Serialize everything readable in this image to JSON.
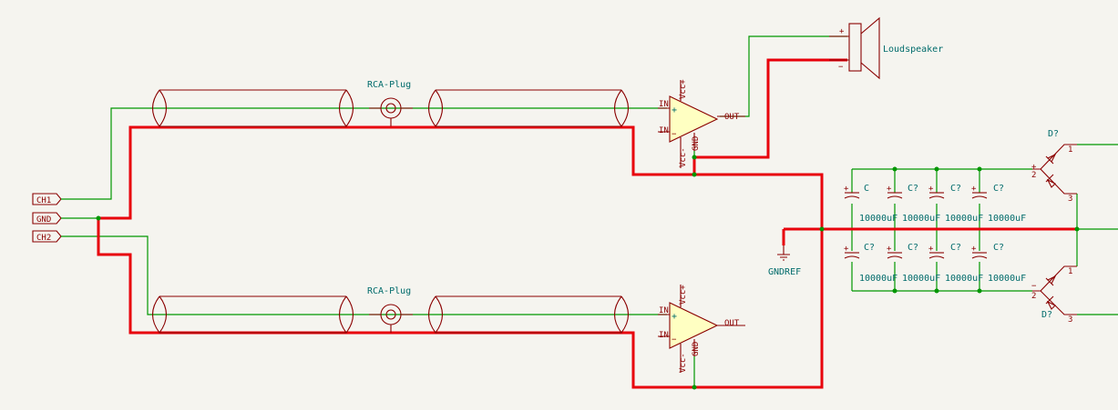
{
  "schematic": {
    "hierarchical_labels": [
      "CH1",
      "GND",
      "CH2"
    ],
    "connectors": [
      {
        "name": "RCA-Plug",
        "channel": "top"
      },
      {
        "name": "RCA-Plug",
        "channel": "bottom"
      }
    ],
    "opamps": [
      {
        "pins": {
          "in_plus": "IN",
          "in_minus": "IN",
          "out": "OUT",
          "vcc_plus": "Vcc+",
          "vcc_minus": "Vcc-",
          "gnd": "GND"
        },
        "plus_sign": "+",
        "minus_sign": "−"
      },
      {
        "pins": {
          "in_plus": "IN",
          "in_minus": "IN",
          "out": "OUT",
          "vcc_plus": "Vcc+",
          "vcc_minus": "Vcc-",
          "gnd": "GND"
        },
        "plus_sign": "+",
        "minus_sign": "−"
      }
    ],
    "loudspeaker": {
      "name": "Loudspeaker",
      "plus": "+",
      "minus": "−"
    },
    "ground": {
      "name": "GNDREF"
    },
    "capacitors_top": [
      {
        "ref": "C",
        "value": "10000uF"
      },
      {
        "ref": "C?",
        "value": "10000uF"
      },
      {
        "ref": "C?",
        "value": "10000uF"
      },
      {
        "ref": "C?",
        "value": "10000uF"
      }
    ],
    "capacitors_bottom": [
      {
        "ref": "C?",
        "value": "10000uF"
      },
      {
        "ref": "C?",
        "value": "10000uF"
      },
      {
        "ref": "C?",
        "value": "10000uF"
      },
      {
        "ref": "C?",
        "value": "10000uF"
      }
    ],
    "diodes": [
      {
        "ref": "D?",
        "pin_a": "1",
        "pin_common": "2",
        "pin_b": "3",
        "sign": "+"
      },
      {
        "ref": "D?",
        "pin_a": "1",
        "pin_common": "2",
        "pin_b": "3",
        "sign": "−"
      }
    ]
  },
  "colors": {
    "background": "#f5f4ef",
    "wire": "#009600",
    "bus": "#e8000b",
    "symbol": "#8a0000",
    "text": "#006b6b",
    "opamp_fill": "#ffffc2"
  }
}
